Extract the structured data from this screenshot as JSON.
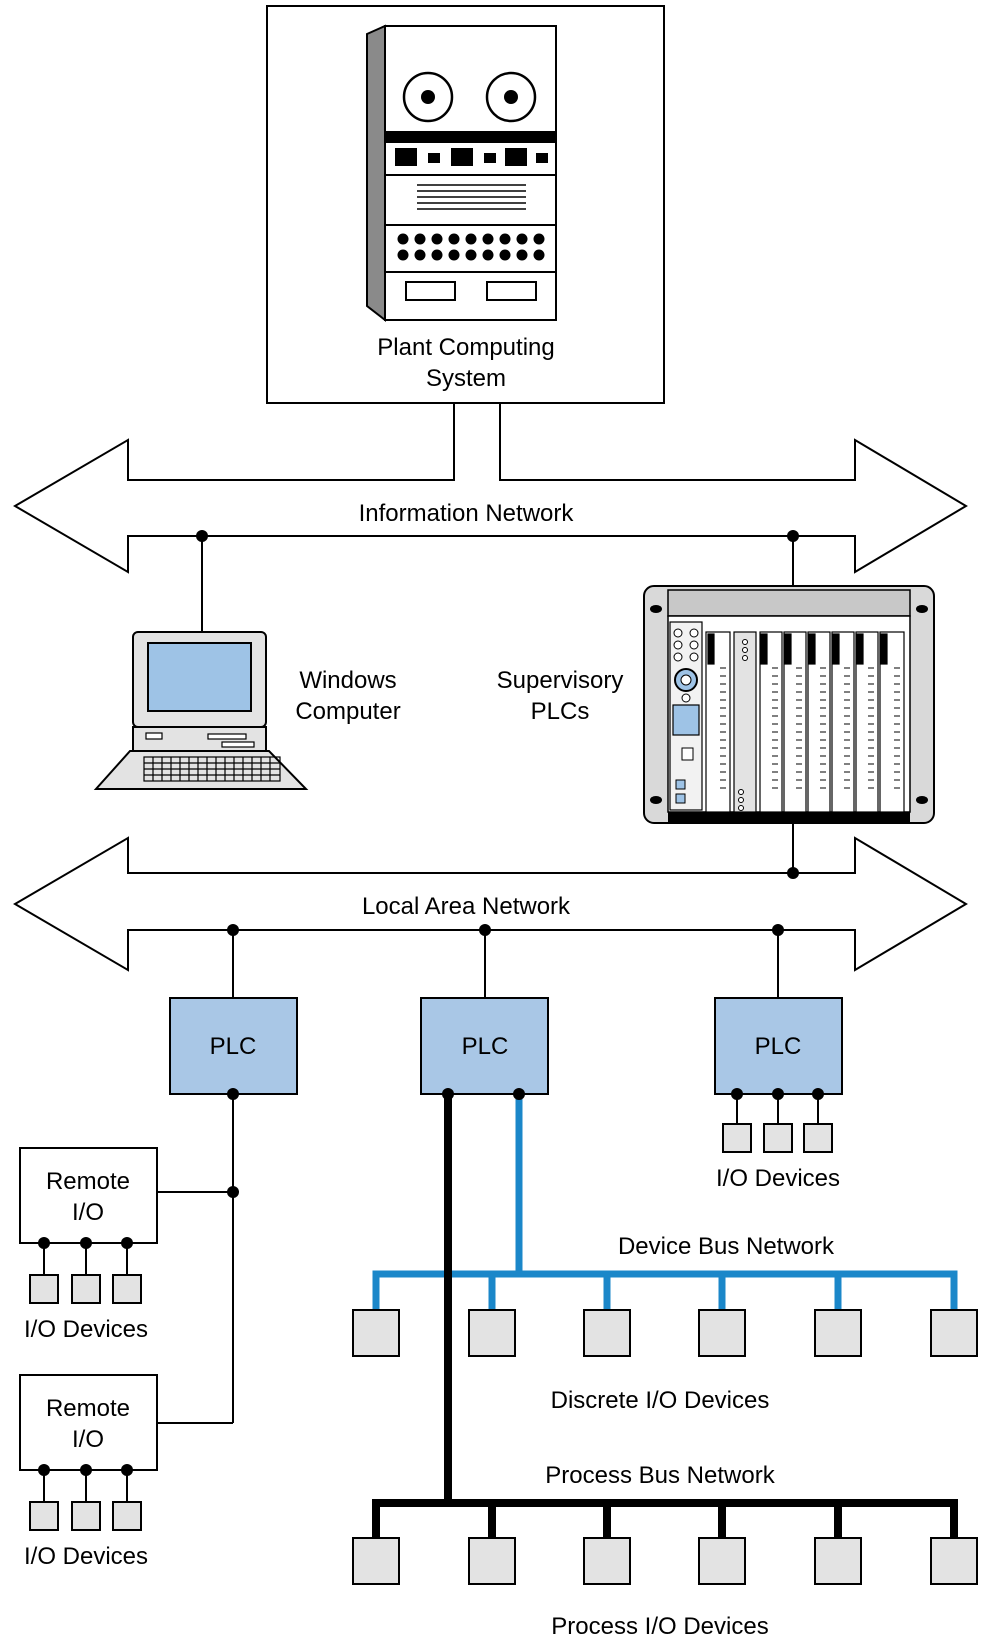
{
  "plant": {
    "label_line1": "Plant Computing",
    "label_line2": "System"
  },
  "info_network": {
    "label": "Information Network"
  },
  "windows_computer": {
    "label_line1": "Windows",
    "label_line2": "Computer"
  },
  "supervisory": {
    "label_line1": "Supervisory",
    "label_line2": "PLCs"
  },
  "lan": {
    "label": "Local Area Network"
  },
  "plcs": [
    {
      "label": "PLC"
    },
    {
      "label": "PLC"
    },
    {
      "label": "PLC"
    }
  ],
  "plc3_devices": {
    "label": "I/O Devices"
  },
  "remote_io": [
    {
      "label_line1": "Remote",
      "label_line2": "I/O",
      "devices_label": "I/O Devices"
    },
    {
      "label_line1": "Remote",
      "label_line2": "I/O",
      "devices_label": "I/O Devices"
    }
  ],
  "device_bus": {
    "label": "Device Bus Network",
    "devices_label": "Discrete I/O Devices"
  },
  "process_bus": {
    "label": "Process Bus Network",
    "devices_label": "Process I/O Devices"
  },
  "colors": {
    "plc_fill": "#a9c7e6",
    "device_fill": "#e3e3e3",
    "device_bus": "#1b87c9",
    "process_bus": "#000000",
    "screen": "#9ec3e6"
  }
}
